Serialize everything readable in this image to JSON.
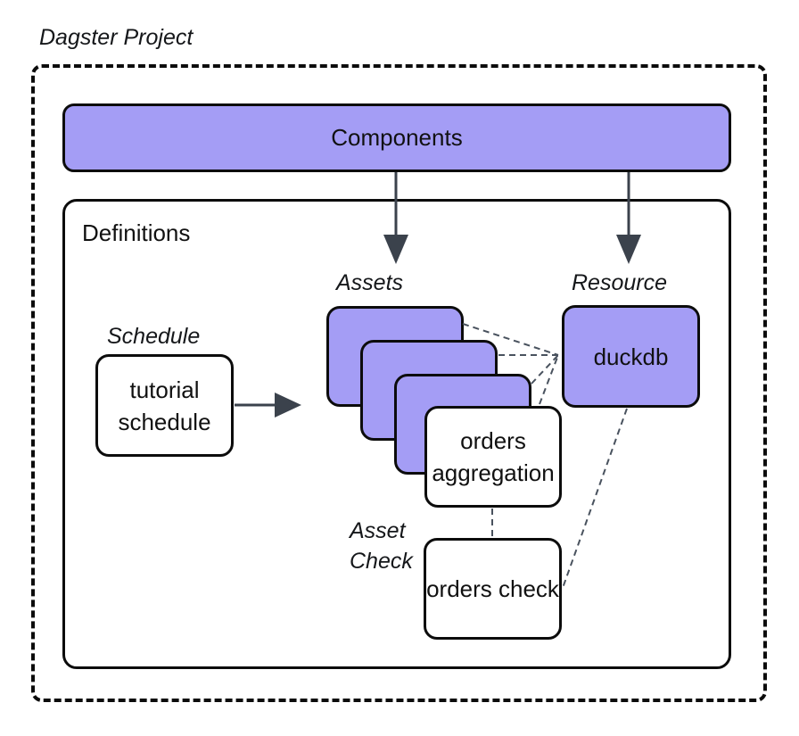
{
  "title": "Dagster Project",
  "components": {
    "label": "Components"
  },
  "definitions": {
    "label": "Definitions"
  },
  "schedule": {
    "label": "Schedule",
    "node": "tutorial schedule"
  },
  "assets": {
    "label": "Assets",
    "front_node": "orders aggregation"
  },
  "resource": {
    "label": "Resource",
    "node": "duckdb"
  },
  "asset_check": {
    "label": "Asset Check",
    "node": "orders check"
  },
  "colors": {
    "purple": "#a49df5",
    "border": "#0c0c0c",
    "arrow": "#3b424c",
    "connector": "#49525e",
    "text": "#111111"
  }
}
